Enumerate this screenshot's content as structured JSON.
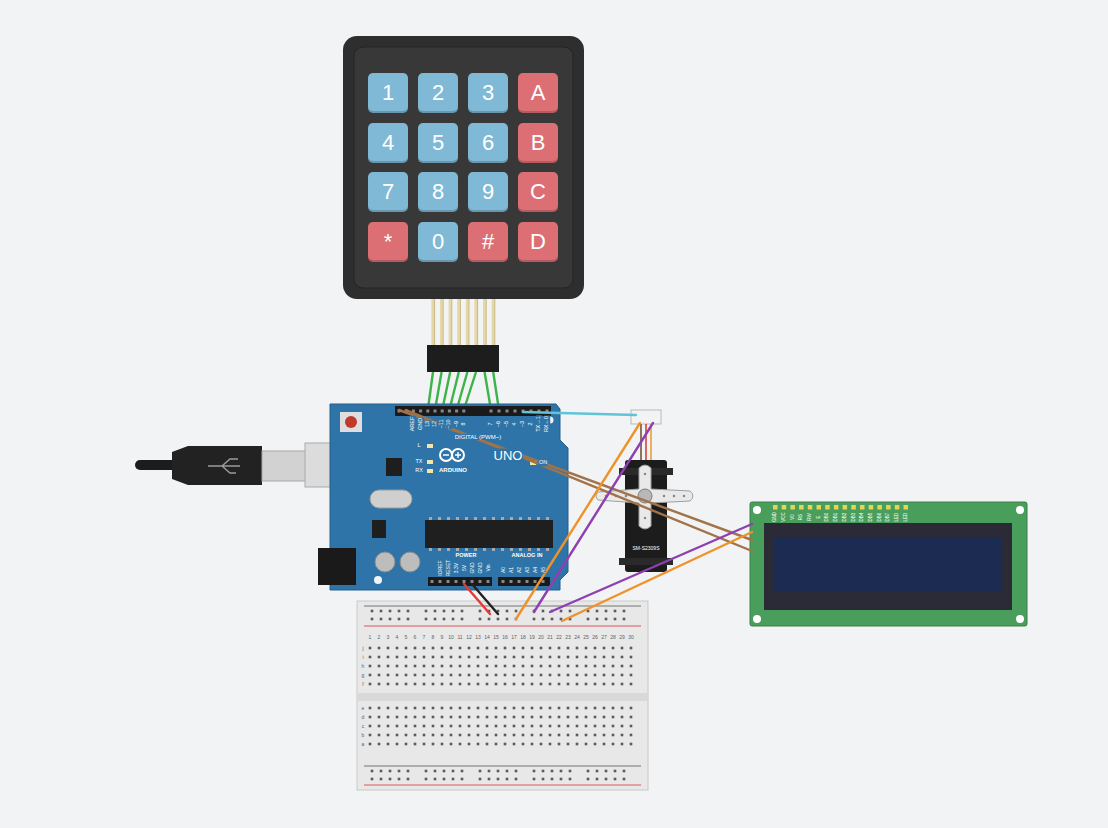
{
  "diagram": {
    "nodes": [
      {
        "text": [
          "1"
        ]
      },
      {
        "text": [
          "2"
        ]
      },
      {
        "text": [
          "3"
        ]
      },
      {
        "text": [
          "A"
        ]
      },
      {
        "text": [
          "4"
        ]
      },
      {
        "text": [
          "5"
        ]
      },
      {
        "text": [
          "6"
        ]
      },
      {
        "text": [
          "B"
        ]
      },
      {
        "text": [
          "7"
        ]
      },
      {
        "text": [
          "8"
        ]
      },
      {
        "text": [
          "9"
        ]
      },
      {
        "text": [
          "C"
        ]
      },
      {
        "text": [
          "*"
        ]
      },
      {
        "text": [
          "0"
        ]
      },
      {
        "text": [
          "#"
        ]
      },
      {
        "text": [
          "D"
        ]
      },
      {
        "text": [
          "AREF",
          "GND",
          "13",
          "12",
          "~11",
          "~10",
          "~9",
          "8",
          "7",
          "~6",
          "~5",
          "4",
          "~3",
          "2",
          "TX→1",
          "RX←0",
          "DIGITAL (PWM~)",
          "L",
          "TX",
          "RX",
          "ARDUINO",
          "UNO",
          "ON",
          "IOREF",
          "RESET",
          "3.3V",
          "5V",
          "GND",
          "GND",
          "Vin",
          "POWER",
          "ANALOG IN",
          "A0",
          "A1",
          "A2",
          "A3",
          "A4",
          "A5"
        ]
      },
      {
        "text": [
          "SM-S2309S"
        ]
      },
      {
        "text": [
          "GND",
          "VCC",
          "V0",
          "RS",
          "RW",
          "E",
          "DB0",
          "DB1",
          "DB2",
          "DB3",
          "DB4",
          "DB5",
          "DB6",
          "DB7",
          "LED",
          "LED"
        ]
      },
      {
        "text": [
          "1",
          "2",
          "3",
          "4",
          "5",
          "6",
          "7",
          "8",
          "9",
          "10",
          "11",
          "12",
          "13",
          "14",
          "15",
          "16",
          "17",
          "18",
          "19",
          "20",
          "21",
          "22",
          "23",
          "24",
          "25",
          "26",
          "27",
          "28",
          "29",
          "30",
          "j",
          "i",
          "h",
          "g",
          "f",
          "e",
          "d",
          "c",
          "b",
          "a"
        ]
      }
    ],
    "edges": [
      {
        "from": 16,
        "to": 19,
        "arrow": "none"
      },
      {
        "from": 16,
        "to": 19,
        "arrow": "none"
      },
      {
        "from": 16,
        "to": 17,
        "arrow": "none"
      },
      {
        "from": 16,
        "to": 18,
        "arrow": "none"
      },
      {
        "from": 16,
        "to": 18,
        "arrow": "none"
      },
      {
        "from": 19,
        "to": 17,
        "arrow": "none"
      },
      {
        "from": 19,
        "to": 17,
        "arrow": "none"
      },
      {
        "from": 19,
        "to": 18,
        "arrow": "none"
      },
      {
        "from": 19,
        "to": 18,
        "arrow": "none"
      }
    ]
  }
}
